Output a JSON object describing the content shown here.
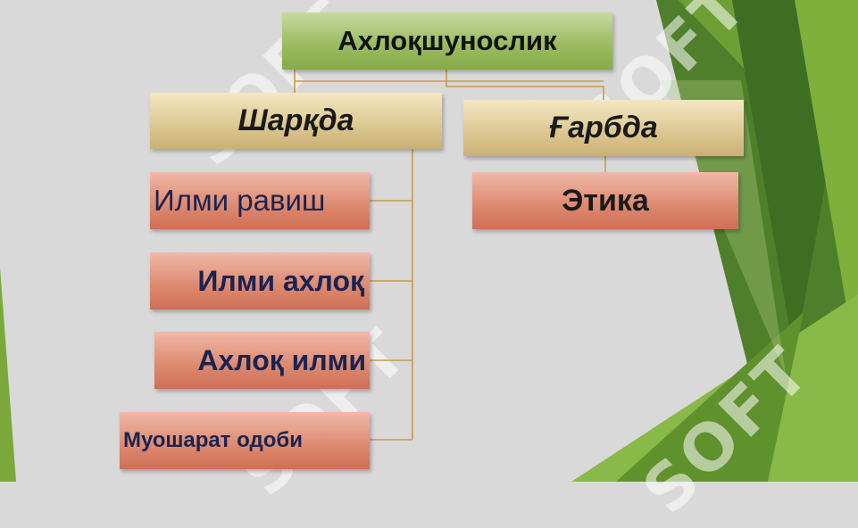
{
  "root": {
    "label": "Ахлоқшунослик"
  },
  "east": {
    "label": "Шарқда",
    "children": [
      "Илми равиш",
      "Илми ахлоқ",
      "Ахлоқ илми",
      "Муошарат одоби"
    ]
  },
  "west": {
    "label": "Ғарбда",
    "children": [
      "Этика"
    ]
  },
  "watermark": "SOFT"
}
